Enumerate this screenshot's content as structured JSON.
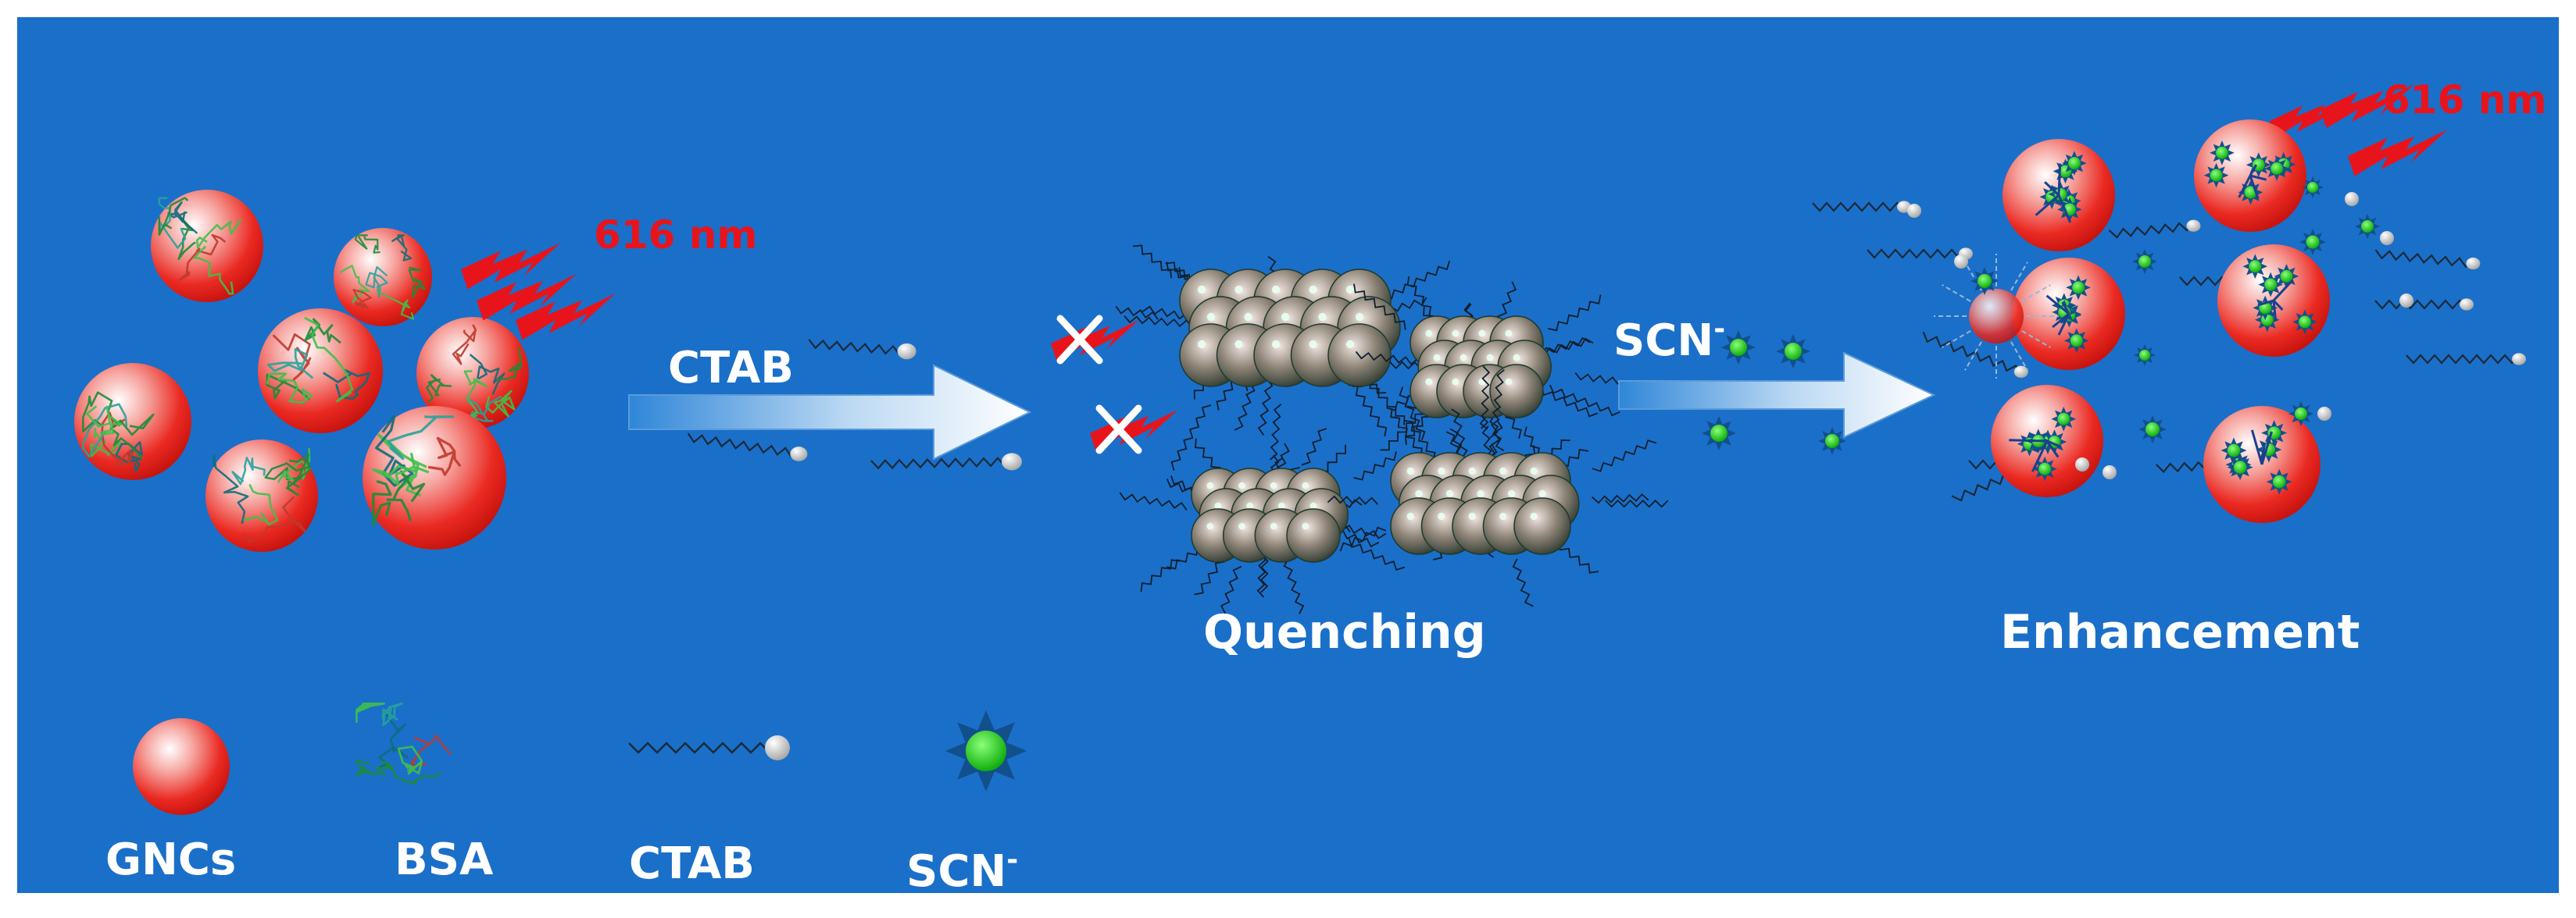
{
  "colors": {
    "background": "#1a6fc9",
    "sphere": "#e8231e",
    "flash": "#e8141c",
    "scn": "#17d414",
    "text_white": "#ffffff",
    "text_red": "#e8141c"
  },
  "labels": {
    "wavelength_left": "616 nm",
    "wavelength_right": "616 nm",
    "arrow1": "CTAB",
    "arrow2": "SCN",
    "arrow2_sup": "-",
    "quenching": "Quenching",
    "enhancement": "Enhancement"
  },
  "legend": {
    "items": [
      {
        "label": "GNCs",
        "icon": "red-sphere-icon"
      },
      {
        "label": "BSA",
        "icon": "protein-icon"
      },
      {
        "label": "CTAB",
        "icon": "surfactant-chain-icon"
      },
      {
        "label": "SCN",
        "sup": "-",
        "icon": "scn-star-icon"
      }
    ]
  }
}
